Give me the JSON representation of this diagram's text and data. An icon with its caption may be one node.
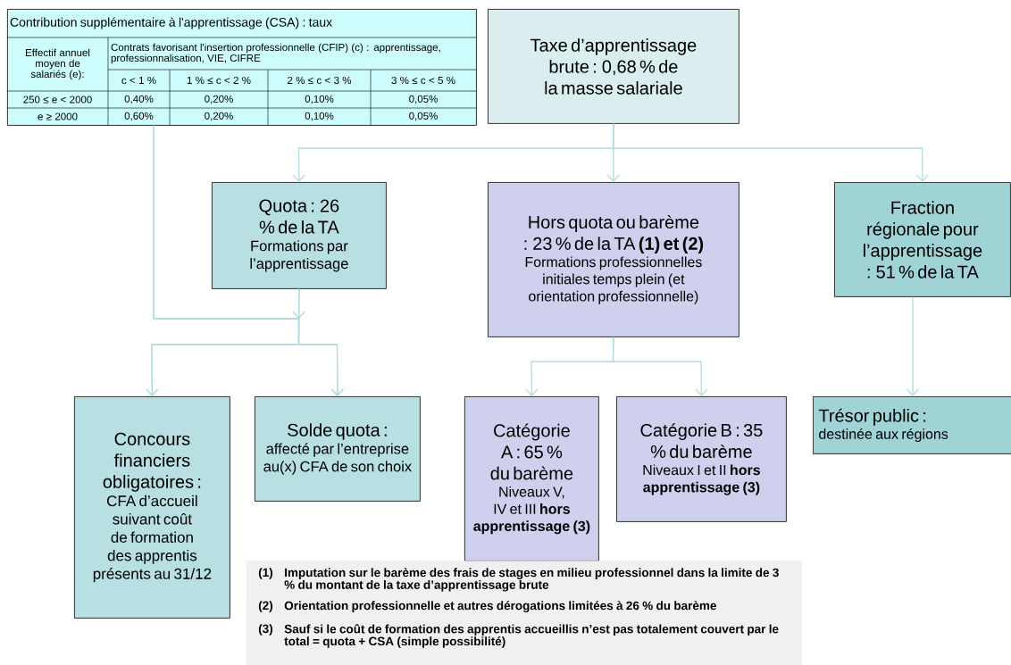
{
  "diagram": {
    "nodes": [
      {
        "text": [
          "Contribution supplémentaire à l'apprentissage (CSA) : taux",
          "Effectif annuel moyen de salariés (e):",
          "Contrats favorisant l'insertion professionnelle (CFIP) (c) : apprentissage, professionnalisation, VIE, CIFRE",
          "c < 1 %",
          "1 % ≤ c < 2 %",
          "2 % ≤ c < 3 %",
          "3 % ≤ c < 5 %",
          "250 ≤ e < 2000",
          "0,40%",
          "0,20%",
          "0,10%",
          "0,05%",
          "e ≥ 2000",
          "0,60%",
          "0,20%",
          "0,10%",
          "0,05%"
        ]
      },
      {
        "text": [
          "Taxe d’apprentissage brute : 0,68 % de la masse salariale"
        ]
      },
      {
        "text": [
          "Quota : 26 % de la TA",
          "Formations par l’apprentissage"
        ]
      },
      {
        "text": [
          "Hors quota ou barème : 23 % de la TA **(1) et (2)**",
          "Formations professionnelles initiales temps plein (et orientation professionnelle)"
        ]
      },
      {
        "text": [
          "Fraction régionale pour l’apprentissage : 51 % de la TA"
        ]
      },
      {
        "text": [
          "Concours financiers obligatoires :",
          "CFA d’accueil suivant coût de formation des apprentis présents au 31/12"
        ]
      },
      {
        "text": [
          "Solde quota :",
          "affecté par l’entreprise au(x) CFA de son choix"
        ]
      },
      {
        "text": [
          "Catégorie A : 65 % du barème",
          "Niveaux V, IV et III **hors apprentissage (3)**"
        ]
      },
      {
        "text": [
          "Catégorie B : 35 % du barème",
          "Niveaux I et II **hors apprentissage (3)**"
        ]
      },
      {
        "text": [
          "Trésor public :",
          "destinée aux régions"
        ]
      },
      {
        "text": [
          "(1)",
          "Imputation sur le barème des frais de stages en milieu professionnel dans la limite de 3 % du montant de la taxe d’apprentissage brute",
          "(2)",
          "Orientation professionnelle et autres dérogations limitées à 26 % du barème",
          "(3)",
          "Sauf si le coût de formation des apprentis accueillis n’est pas totalement couvert par le total = quota + CSA (simple possibilité)"
        ]
      }
    ],
    "edges": [
      {
        "from": 1,
        "to": 2,
        "arrow": "to"
      },
      {
        "from": 1,
        "to": 3,
        "arrow": "to"
      },
      {
        "from": 1,
        "to": 4,
        "arrow": "to"
      },
      {
        "from": 0,
        "to": 5,
        "arrow": "to"
      },
      {
        "from": 0,
        "to": 6,
        "arrow": "to"
      },
      {
        "from": 2,
        "to": 5,
        "arrow": "to"
      },
      {
        "from": 2,
        "to": 6,
        "arrow": "to"
      },
      {
        "from": 3,
        "to": 7,
        "arrow": "to"
      },
      {
        "from": 3,
        "to": 8,
        "arrow": "to"
      },
      {
        "from": 4,
        "to": 9,
        "arrow": "to"
      }
    ]
  }
}
